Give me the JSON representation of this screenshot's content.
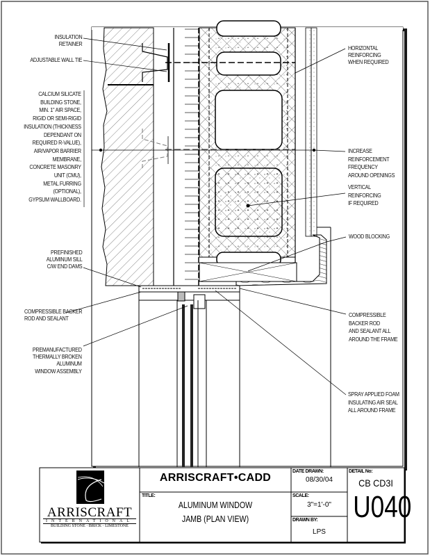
{
  "labels_left": {
    "insulation_retainer": [
      "INSULATION",
      "RETAINER"
    ],
    "adjustable_wall_tie": [
      "ADJUSTABLE WALL TIE"
    ],
    "wall_assembly": [
      "CALCIUM SILICATE",
      "BUILDING STONE,",
      "MIN. 1\" AIR SPACE,",
      "RIGID OR SEMI-RIGID",
      "INSULATION (THICKNESS",
      "DEPENDANT ON",
      "REQUIRED R-VALUE),",
      "AIR/VAPOR BARRIER",
      "MEMBRANE,",
      "CONCRETE MASONRY",
      "UNIT (CMU),",
      "METAL FURRING",
      "(OPTIONAL),",
      "GYPSUM WALLBOARD."
    ],
    "sill": [
      "PREFINISHED",
      "ALUMINUM SILL",
      "C/W END DAMS"
    ],
    "backer_rod": [
      "COMPRESSIBLE BACKER",
      "ROD AND SEALANT"
    ],
    "window_assembly": [
      "PREMANUFACTURED",
      "THERMALLY BROKEN",
      "ALUMINUM",
      "WINDOW ASSEMBLY"
    ]
  },
  "labels_right": {
    "horizontal_reinforcing": [
      "HORIZONTAL",
      "REINFORCING",
      "WHEN REQUIRED"
    ],
    "increase_reinforcement": [
      "INCREASE",
      "REINFORCEMENT",
      "FREQUENCY",
      "AROUND OPENINGS"
    ],
    "vertical_reinforcing": [
      "VERTICAL",
      "REINFORCING",
      "IF REQUIRED"
    ],
    "wood_blocking": [
      "WOOD BLOCKING"
    ],
    "backer_rod_frame": [
      "COMPRESSIBLE",
      "BACKER ROD",
      "AND SEALANT ALL",
      "AROUND THE FRAME"
    ],
    "spray_foam": [
      "SPRAY APPLIED FOAM",
      "INSULATING AIR SEAL",
      "ALL AROUND FRAME"
    ]
  },
  "title_block": {
    "logo": {
      "name": "ARRISCRAFT",
      "sub": "INTERNATIONAL",
      "tagline": "BUILDING STONE · BRICK · LIMESTONE"
    },
    "brand": "ARRISCRAFT•CADD",
    "title_caption": "TITLE:",
    "title_lines": [
      "ALUMINUM WINDOW",
      "JAMB (PLAN VIEW)"
    ],
    "date_caption": "DATE DRAWN:",
    "date": "08/30/04",
    "scale_caption": "SCALE:",
    "scale": "3\"=1'-0\"",
    "drawn_by_caption": "DRAWN BY:",
    "drawn_by": "LPS",
    "detail_caption": "DETAIL No:",
    "detail_code": "CB CD3I",
    "detail_number": "U040"
  }
}
